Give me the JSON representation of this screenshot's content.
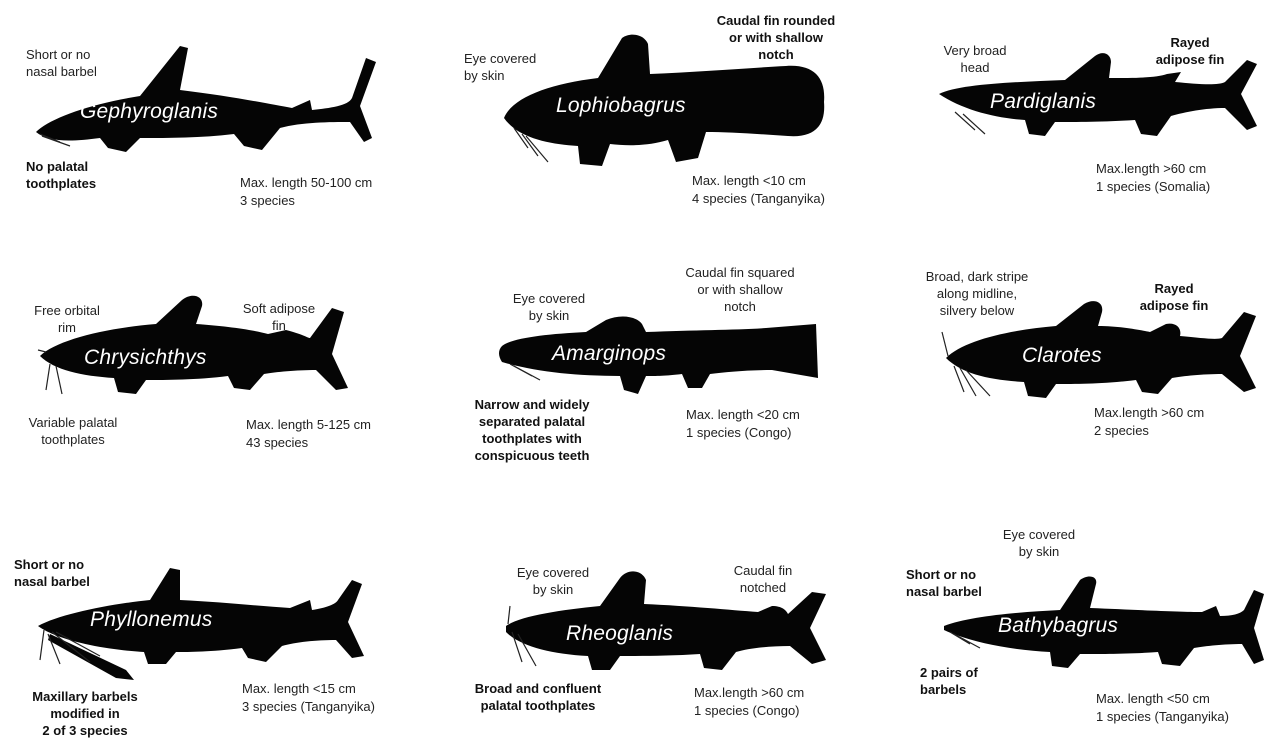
{
  "panels": [
    {
      "genus": "Gephyroglanis",
      "notes": [
        {
          "lines": [
            "Short or no",
            "nasal barbel"
          ],
          "bold": false
        },
        {
          "lines": [
            "No palatal",
            "toothplates"
          ],
          "bold": true
        }
      ],
      "info": [
        "Max. length 50-100 cm",
        "3 species"
      ]
    },
    {
      "genus": "Lophiobagrus",
      "notes": [
        {
          "lines": [
            "Eye covered",
            "by skin"
          ],
          "bold": false
        },
        {
          "lines": [
            "Caudal fin rounded",
            "or with shallow",
            "notch"
          ],
          "bold": true
        }
      ],
      "info": [
        "Max. length <10 cm",
        "4 species (Tanganyika)"
      ]
    },
    {
      "genus": "Pardiglanis",
      "notes": [
        {
          "lines": [
            "Very broad",
            "head"
          ],
          "bold": false
        },
        {
          "lines": [
            "Rayed",
            "adipose fin"
          ],
          "bold": true
        }
      ],
      "info": [
        "Max.length >60 cm",
        "1 species (Somalia)"
      ]
    },
    {
      "genus": "Chrysichthys",
      "notes": [
        {
          "lines": [
            "Free orbital",
            "rim"
          ],
          "bold": false
        },
        {
          "lines": [
            "Soft adipose",
            "fin"
          ],
          "bold": false
        },
        {
          "lines": [
            "Variable palatal",
            "toothplates"
          ],
          "bold": false
        }
      ],
      "info": [
        "Max. length 5-125 cm",
        "43 species"
      ]
    },
    {
      "genus": "Amarginops",
      "notes": [
        {
          "lines": [
            "Eye covered",
            "by skin"
          ],
          "bold": false
        },
        {
          "lines": [
            "Caudal fin squared",
            "or with shallow",
            "notch"
          ],
          "bold": false
        },
        {
          "lines": [
            "Narrow and widely",
            "separated palatal",
            "toothplates with",
            "conspicuous teeth"
          ],
          "bold": true
        }
      ],
      "info": [
        "Max. length <20 cm",
        "1 species (Congo)"
      ]
    },
    {
      "genus": "Clarotes",
      "notes": [
        {
          "lines": [
            "Broad, dark stripe",
            "along midline,",
            "silvery below"
          ],
          "bold": false
        },
        {
          "lines": [
            "Rayed",
            "adipose fin"
          ],
          "bold": true
        }
      ],
      "info": [
        "Max.length >60 cm",
        "2 species"
      ]
    },
    {
      "genus": "Phyllonemus",
      "notes": [
        {
          "lines": [
            "Short or no",
            "nasal barbel"
          ],
          "bold": true
        },
        {
          "lines": [
            "Maxillary barbels",
            "modified in",
            "2 of 3 species"
          ],
          "bold": true
        }
      ],
      "info": [
        "Max. length <15 cm",
        "3 species (Tanganyika)"
      ]
    },
    {
      "genus": "Rheoglanis",
      "notes": [
        {
          "lines": [
            "Eye covered",
            "by skin"
          ],
          "bold": false
        },
        {
          "lines": [
            "Caudal fin",
            "notched"
          ],
          "bold": false
        },
        {
          "lines": [
            "Broad and confluent",
            "palatal toothplates"
          ],
          "bold": true
        }
      ],
      "info": [
        "Max.length >60 cm",
        "1 species (Congo)"
      ]
    },
    {
      "genus": "Bathybagrus",
      "notes": [
        {
          "lines": [
            "Eye covered",
            "by skin"
          ],
          "bold": false
        },
        {
          "lines": [
            "Short or no",
            "nasal barbel"
          ],
          "bold": true
        },
        {
          "lines": [
            "2 pairs of",
            "barbels"
          ],
          "bold": true
        }
      ],
      "info": [
        "Max. length <50 cm",
        "1 species (Tanganyika)"
      ]
    }
  ]
}
